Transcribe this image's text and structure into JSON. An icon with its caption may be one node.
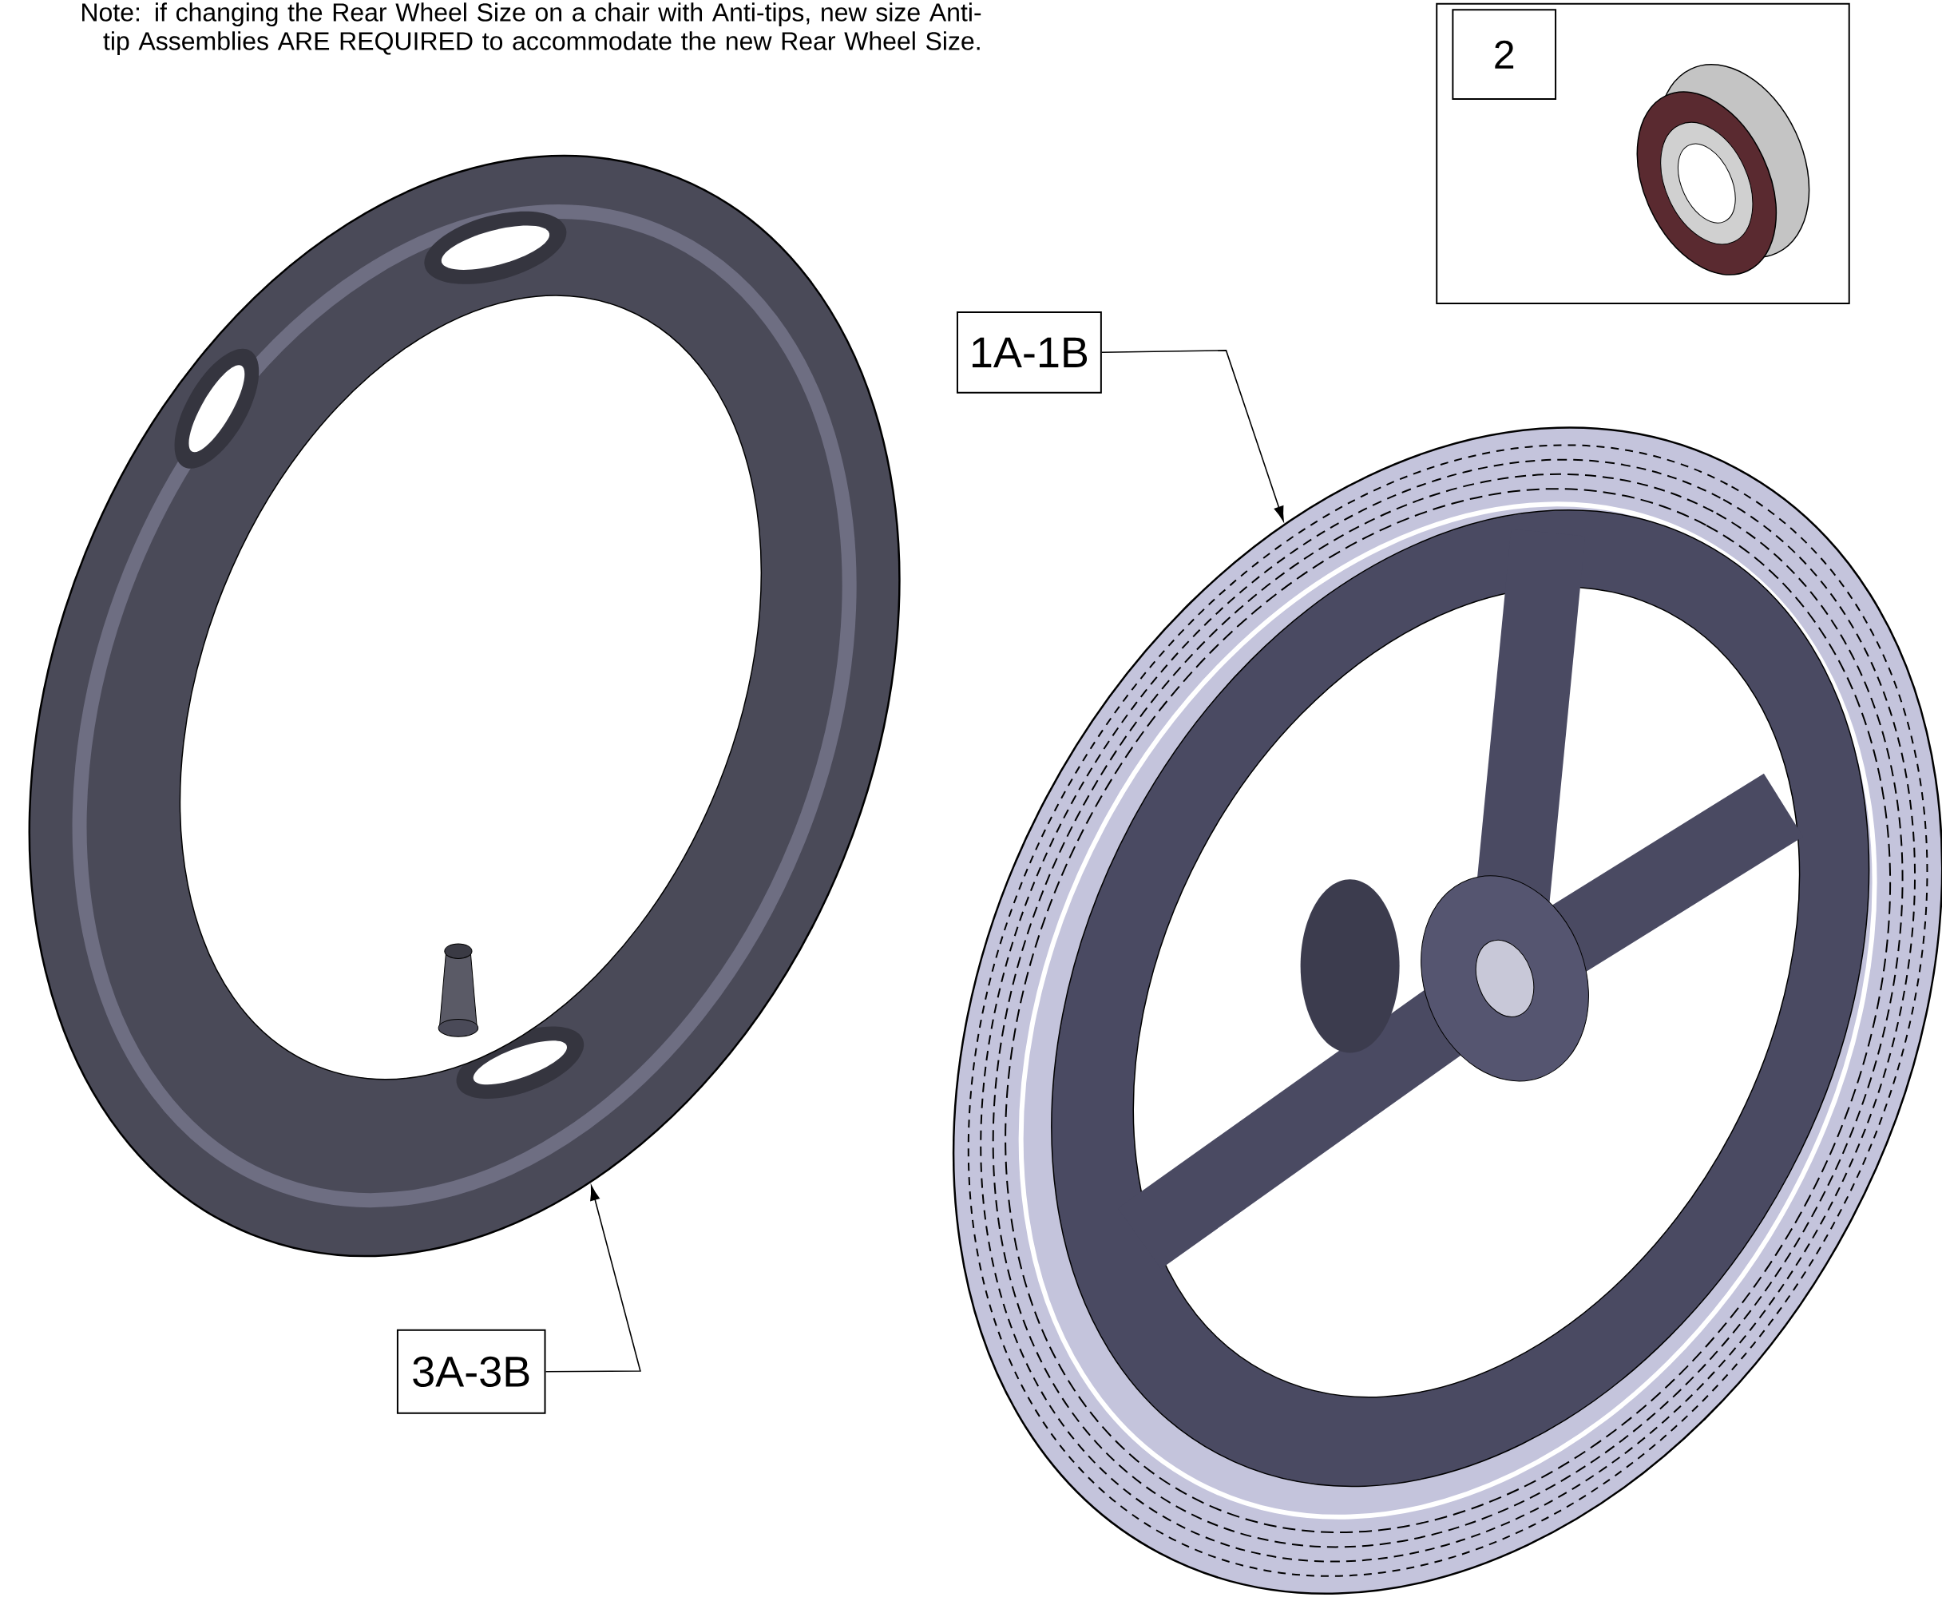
{
  "diagram": {
    "nodes": [
      {
        "text": [
          "1A-1B"
        ]
      },
      {
        "text": [],
        "shape": "picture"
      },
      {
        "text": [
          "3A-3B"
        ]
      },
      {
        "text": [],
        "shape": "picture"
      },
      {
        "text": [
          "2"
        ]
      }
    ],
    "edges": [
      {
        "from": 0,
        "to": 3,
        "arrow": "to"
      },
      {
        "from": 2,
        "to": 1,
        "arrow": "to"
      }
    ],
    "labels": [
      "Note: if changing the Rear Wheel Size on a chair with Anti-tips, new size Anti-tip Assemblies ARE REQUIRED to accommodate the new Rear Wheel Size."
    ]
  }
}
